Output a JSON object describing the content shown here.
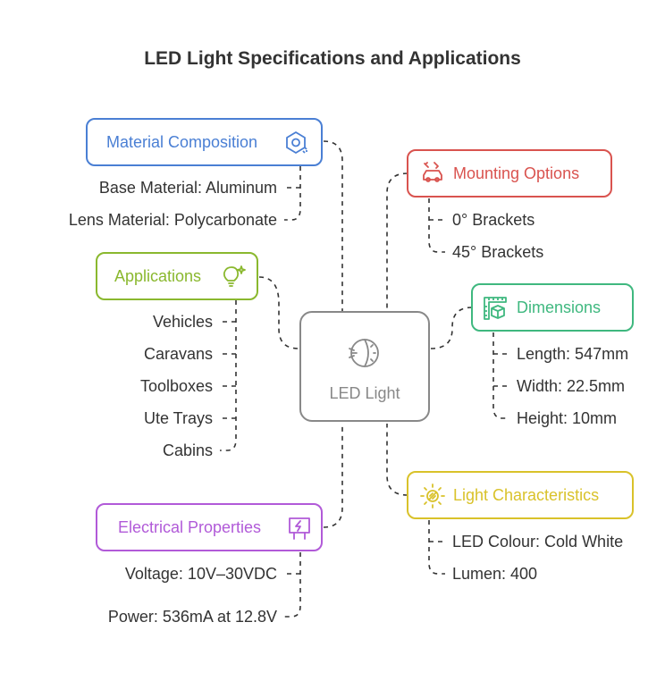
{
  "title": "LED Light Specifications and Applications",
  "center": {
    "label": "LED Light",
    "icon": "led-light-icon"
  },
  "colors": {
    "material": "#4a7fd4",
    "mounting": "#d9534f",
    "applications": "#8ab82e",
    "dimensions": "#3fb87f",
    "electrical": "#b15ad8",
    "light": "#d9c22a",
    "center": "#888888"
  },
  "branches": {
    "material": {
      "label": "Material Composition",
      "icon": "hexagon-gear-icon",
      "items": [
        "Base Material: Aluminum",
        "Lens Material: Polycarbonate"
      ]
    },
    "mounting": {
      "label": "Mounting Options",
      "icon": "car-tools-icon",
      "items": [
        "0° Brackets",
        "45° Brackets"
      ]
    },
    "applications": {
      "label": "Applications",
      "icon": "lightbulb-sparkle-icon",
      "items": [
        "Vehicles",
        "Caravans",
        "Toolboxes",
        "Ute Trays",
        "Cabins"
      ]
    },
    "dimensions": {
      "label": "Dimensions",
      "icon": "ruler-cube-icon",
      "items": [
        "Length: 547mm",
        "Width: 22.5mm",
        "Height: 10mm"
      ]
    },
    "electrical": {
      "label": "Electrical Properties",
      "icon": "power-plug-icon",
      "items": [
        "Voltage: 10V–30VDC",
        "Power: 536mA at 12.8V"
      ]
    },
    "light": {
      "label": "Light Characteristics",
      "icon": "sun-icon",
      "items": [
        "LED Colour: Cold White",
        "Lumen: 400"
      ]
    }
  }
}
